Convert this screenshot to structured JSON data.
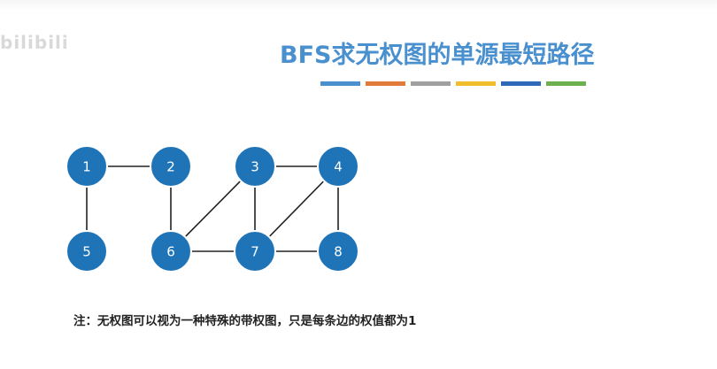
{
  "watermark": "bilibili",
  "title": "BFS求无权图的单源最短路径",
  "colors": {
    "node_fill": "#1f74b8",
    "node_stroke": "#ffffff",
    "edge": "#222222",
    "title": "#4a90cf",
    "bar": [
      "#4a90cf",
      "#e07b39",
      "#a0a0a0",
      "#f0bd2b",
      "#2e68b9",
      "#6ab04c"
    ]
  },
  "graph": {
    "nodes": [
      {
        "id": "1",
        "label": "1"
      },
      {
        "id": "2",
        "label": "2"
      },
      {
        "id": "3",
        "label": "3"
      },
      {
        "id": "4",
        "label": "4"
      },
      {
        "id": "5",
        "label": "5"
      },
      {
        "id": "6",
        "label": "6"
      },
      {
        "id": "7",
        "label": "7"
      },
      {
        "id": "8",
        "label": "8"
      }
    ],
    "edges": [
      [
        "1",
        "2"
      ],
      [
        "1",
        "5"
      ],
      [
        "2",
        "6"
      ],
      [
        "3",
        "4"
      ],
      [
        "3",
        "6"
      ],
      [
        "3",
        "7"
      ],
      [
        "4",
        "7"
      ],
      [
        "4",
        "8"
      ],
      [
        "6",
        "7"
      ],
      [
        "7",
        "8"
      ]
    ]
  },
  "note": "注：无权图可以视为一种特殊的带权图，只是每条边的权值都为1"
}
